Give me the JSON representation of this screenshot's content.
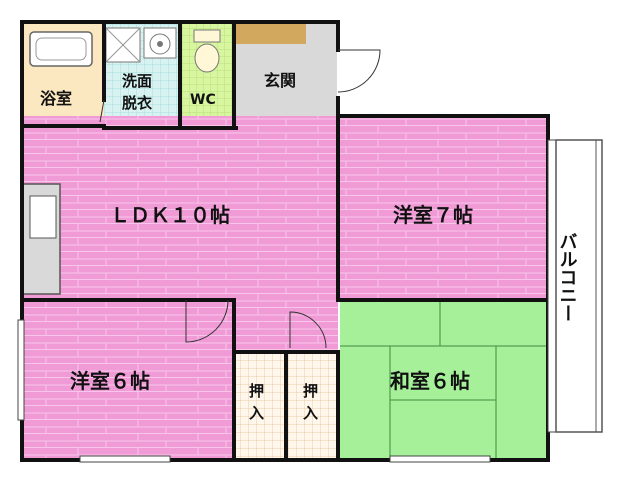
{
  "rooms": {
    "bath": "浴室",
    "washroom_line1": "洗面",
    "washroom_line2": "脱衣",
    "wc": "WC",
    "entrance": "玄関",
    "ldk": "ＬＤＫ１０帖",
    "western7": "洋室７帖",
    "western6": "洋室６帖",
    "closet1_line1": "押",
    "closet1_line2": "入",
    "closet2_line1": "押",
    "closet2_line2": "入",
    "japanese6": "和室６帖",
    "balcony": "バルコニー"
  },
  "colors": {
    "pink": "#f09ad6",
    "green": "#a6f09a",
    "cream": "#fbe7c0",
    "aqua": "#d8f2f2",
    "lime": "#d8f5a0",
    "gray": "#d9d9d9",
    "tan": "#f2d9b3",
    "wall": "#111111",
    "boards": "#f7c6ea"
  }
}
